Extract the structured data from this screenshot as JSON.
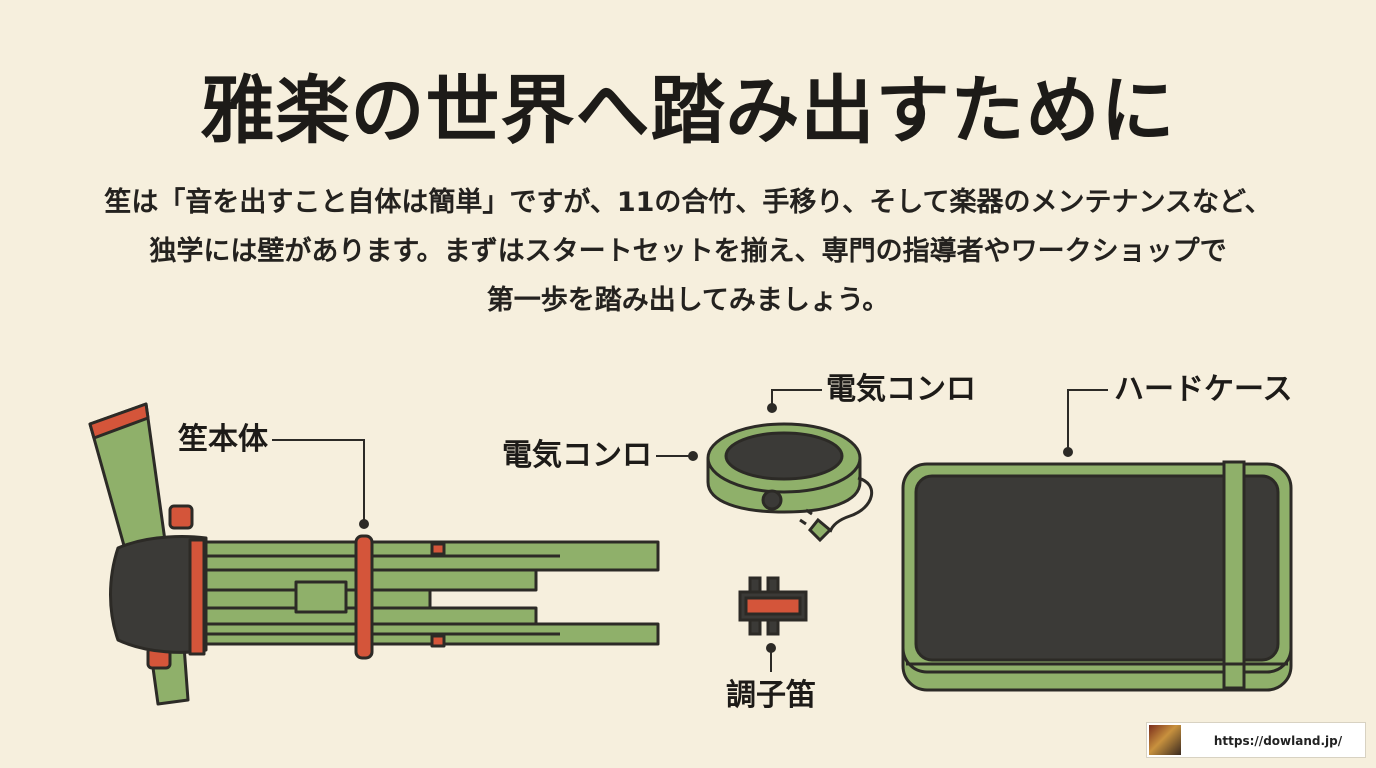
{
  "title": "雅楽の世界へ踏み出すために",
  "description": [
    "笙は「音を出すこと自体は簡単」ですが、11の合竹、手移り、そして楽器のメンテナンスなど、",
    "独学には壁があります。まずはスタートセットを揃え、専門の指導者やワークショップで",
    "第一歩を踏み出してみましょう。"
  ],
  "labels": {
    "sho_body": "笙本体",
    "stove_top": "電気コンロ",
    "stove_left": "電気コンロ",
    "hard_case": "ハードケース",
    "pitch_pipe": "調子笛"
  },
  "footer": {
    "url": "https://dowland.jp/"
  },
  "colors": {
    "background": "#f6efdd",
    "bamboo_green": "#8fb06a",
    "outline": "#2c2a26",
    "accent_red": "#d4553a",
    "dark_fill": "#3b3a37"
  }
}
